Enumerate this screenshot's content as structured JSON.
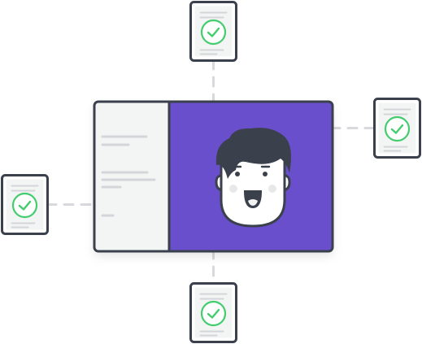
{
  "colors": {
    "background": "#ffffff",
    "outline": "#3b414c",
    "accent": "#6a4fcc",
    "panel": "#f3f4f4",
    "text_line": "#d3d6d9",
    "connector": "#d7d9dc",
    "check": "#45cc6f",
    "face": "#ffffff",
    "cheek": "#e8e8e8",
    "mouth": "#3b414c",
    "tongue": "#f2f2f2",
    "hair": "#3b414c"
  },
  "icons": {
    "document_check": "document-check-icon",
    "avatar": "avatar-face-icon"
  },
  "documents": [
    {
      "name": "document-top"
    },
    {
      "name": "document-right"
    },
    {
      "name": "document-left"
    },
    {
      "name": "document-bottom"
    }
  ]
}
